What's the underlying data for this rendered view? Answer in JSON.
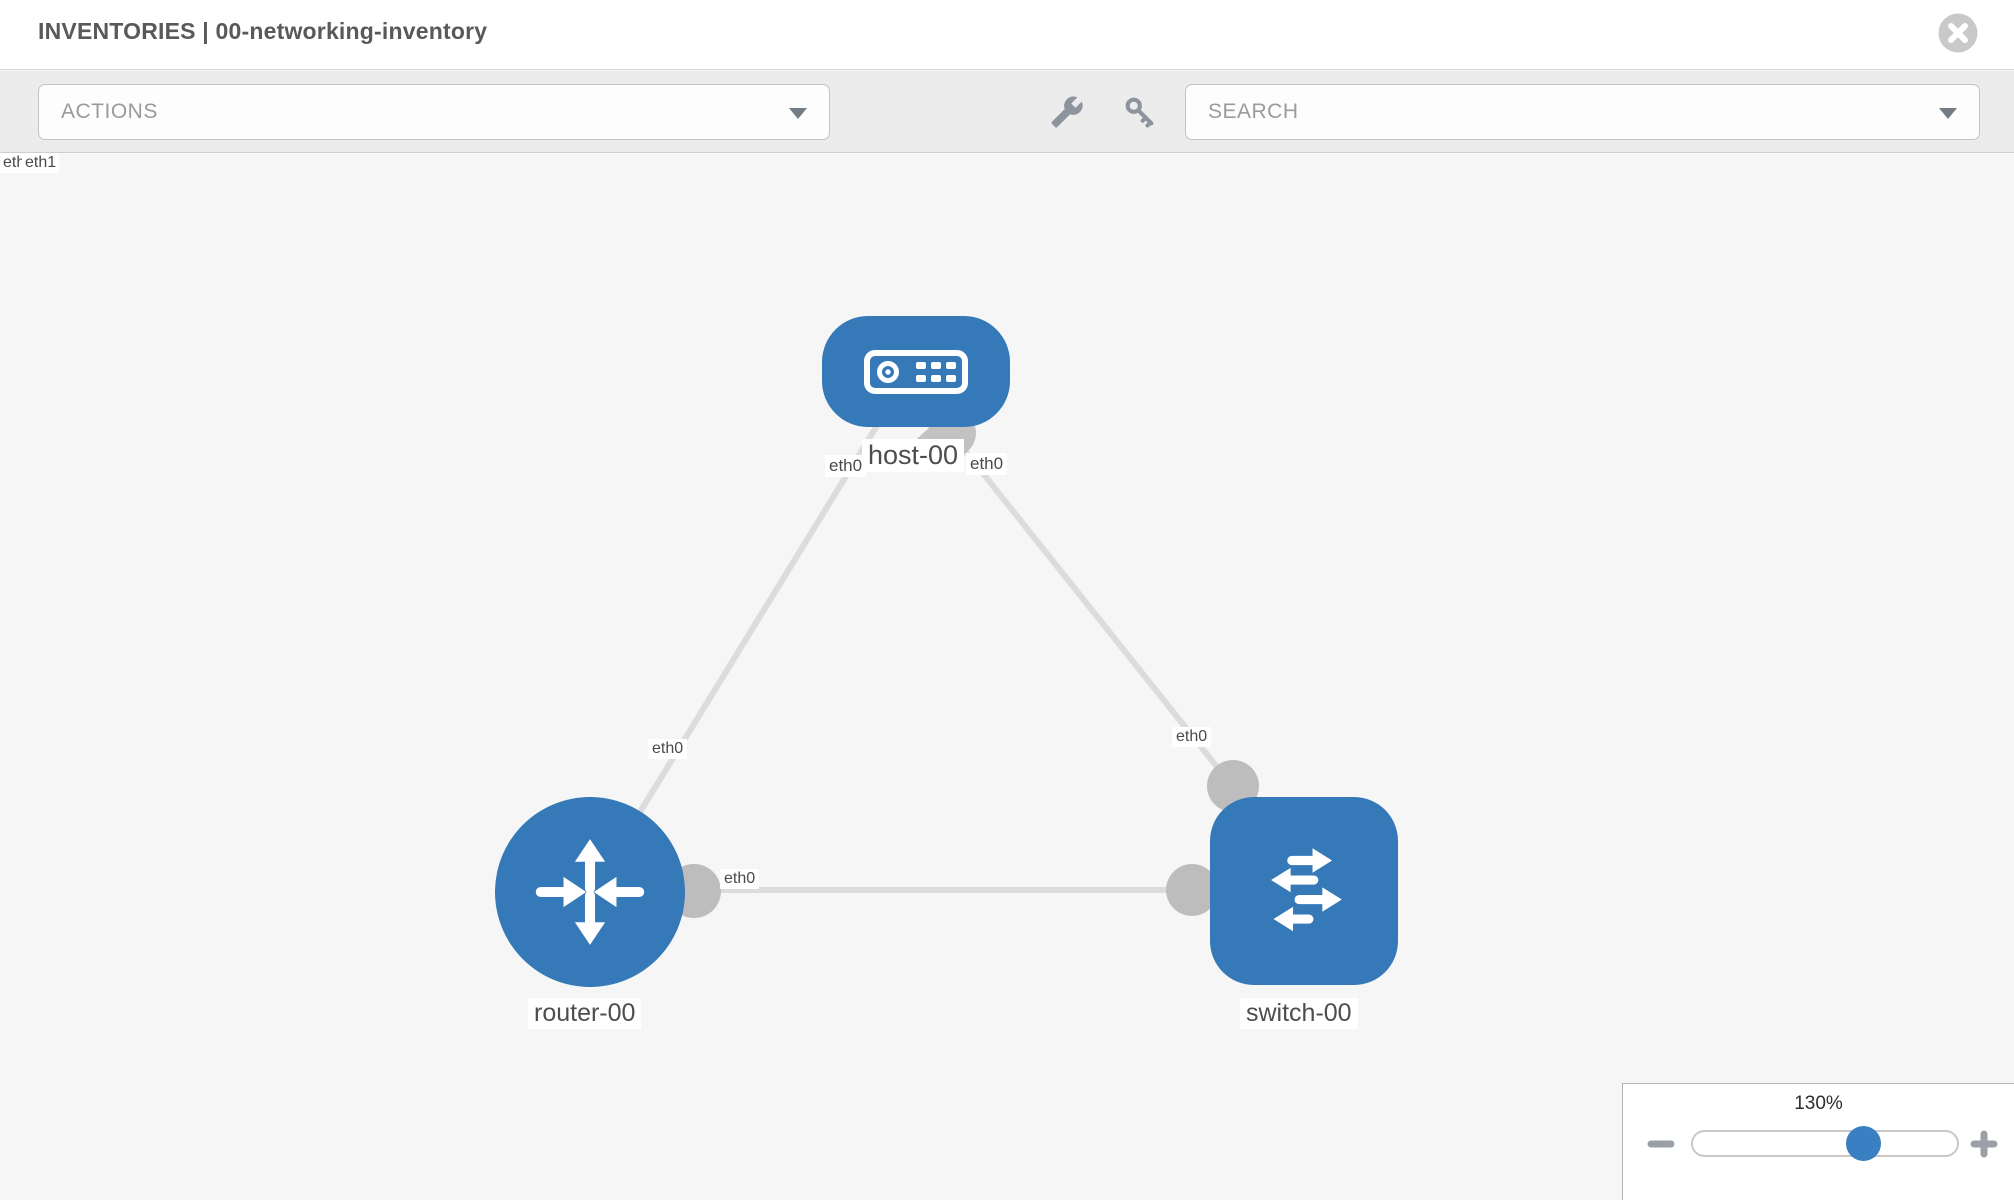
{
  "header": {
    "title": "INVENTORIES | 00-networking-inventory"
  },
  "toolbar": {
    "actions_label": "ACTIONS",
    "search_placeholder": "SEARCH"
  },
  "topology": {
    "nodes": [
      {
        "id": "host-00",
        "type": "host",
        "label": "host-00"
      },
      {
        "id": "router-00",
        "type": "router",
        "label": "router-00"
      },
      {
        "id": "switch-00",
        "type": "switch",
        "label": "switch-00"
      }
    ],
    "links": [
      {
        "source": "host-00",
        "source_interface": "eth0",
        "target": "router-00",
        "target_interface": "eth0"
      },
      {
        "source": "host-00",
        "source_interface": "eth0",
        "target": "switch-00",
        "target_interface": "eth0"
      },
      {
        "source": "router-00",
        "source_interface": "eth0",
        "target": "switch-00",
        "target_interface": "eth1",
        "occluded_label": "eth0"
      }
    ]
  },
  "zoom_control": {
    "value": "130%"
  },
  "colors": {
    "node_blue": "#3579b8",
    "link_gray": "#dcdcdc",
    "connector_gray": "#bdbdbd",
    "canvas_bg": "#f5f6f5",
    "toolbar_bg": "#ececec",
    "slider_thumb_blue": "#3a7fc1"
  }
}
